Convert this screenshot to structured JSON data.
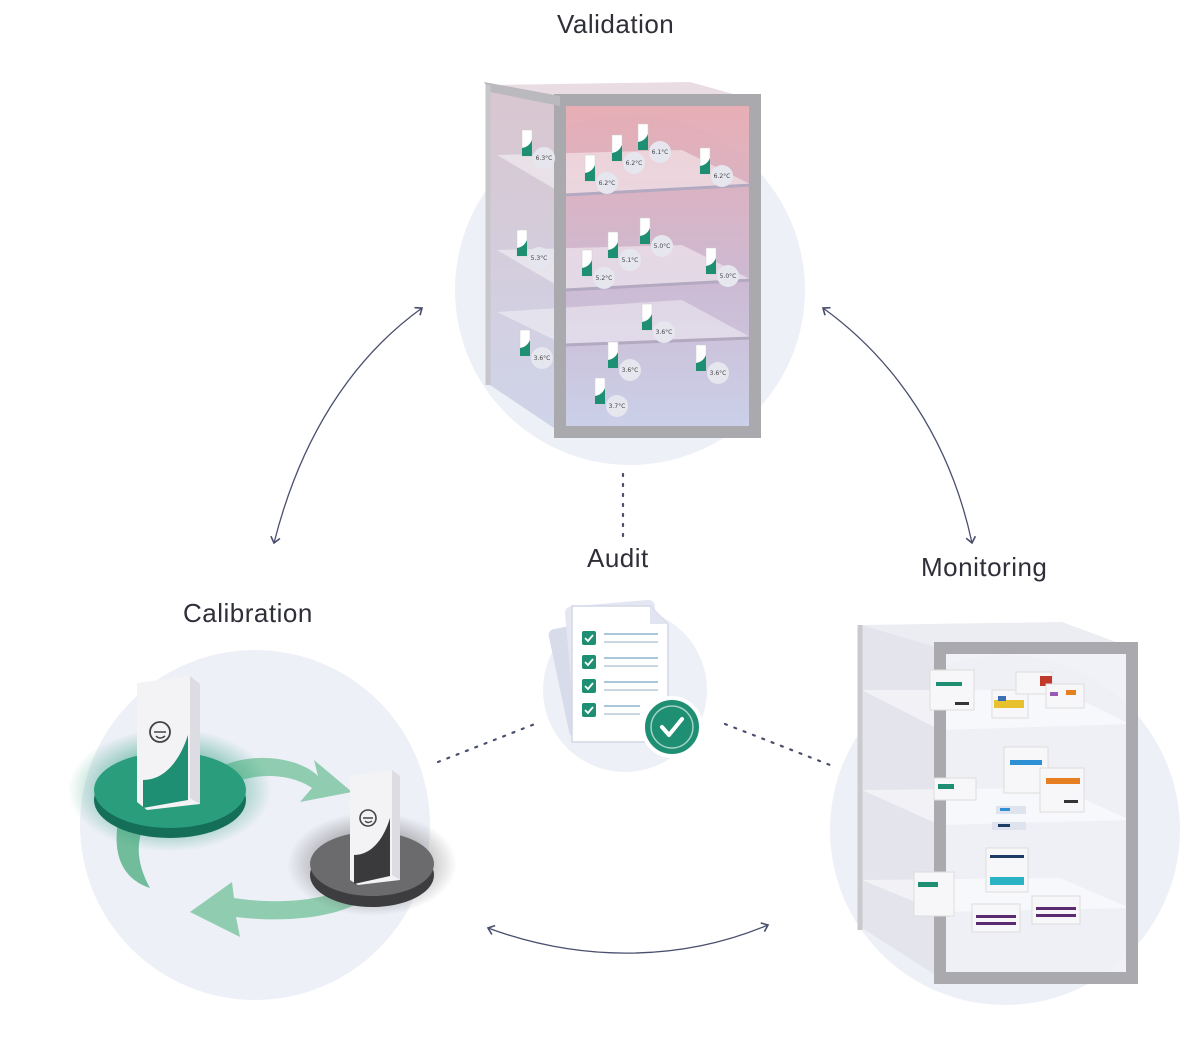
{
  "nodes": {
    "validation": {
      "label": "Validation"
    },
    "audit": {
      "label": "Audit"
    },
    "calibration": {
      "label": "Calibration"
    },
    "monitoring": {
      "label": "Monitoring"
    }
  },
  "validation_readings": {
    "top": [
      "6.3°C",
      "6.2°C",
      "6.2°C",
      "6.1°C",
      "6.2°C"
    ],
    "middle": [
      "5.3°C",
      "5.2°C",
      "5.1°C",
      "5.0°C",
      "5.0°C"
    ],
    "bottom": [
      "3.6°C",
      "3.6°C",
      "3.6°C",
      "3.6°C",
      "3.7°C"
    ]
  },
  "colors": {
    "accent_green": "#1e8f72",
    "arrow_green": "#7fc7a3",
    "connector": "#4a4f6e",
    "circle_bg": "#eef0f8",
    "cabinet_frame": "#a9a9ae"
  }
}
